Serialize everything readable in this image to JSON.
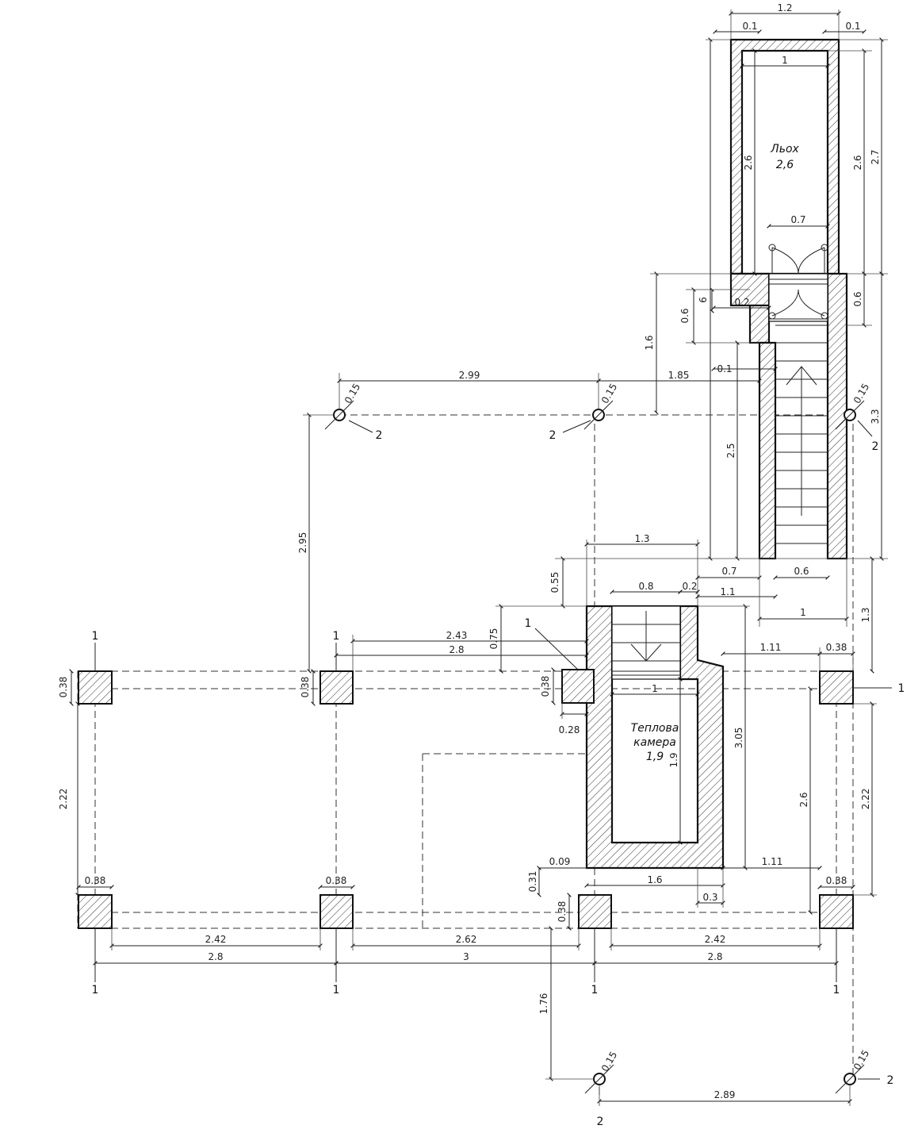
{
  "rooms": {
    "cellar": {
      "name": "Льох",
      "depth": "2,6"
    },
    "heat_chamber": {
      "line1": "Теплова",
      "line2": "камера",
      "depth": "1,9"
    }
  },
  "marks": {
    "pile": "1",
    "pole": "2"
  },
  "dims": {
    "top_width": "1.2",
    "wall_left": "0.1",
    "wall_right": "0.1",
    "inner_width": "1",
    "cellar_h_left": "2.6",
    "cellar_h_right": "2.6",
    "cellar_outer": "2.7",
    "door_w": "0.7",
    "neck_06a": "0.6",
    "neck_6": "6",
    "neck_02": "0.2",
    "neck_06b": "0.6",
    "step_16": "1.6",
    "step_01": "0.1",
    "span_185": "1.85",
    "span_299": "2.99",
    "stair_25": "2.5",
    "stair_33": "3.3",
    "pole_d1": "0.15",
    "pole_d2": "0.15",
    "pole_d3": "0.15",
    "pole_d4": "0.15",
    "pole_d5": "0.15",
    "gap_295": "2.95",
    "ch_13": "1.3",
    "ch_055": "0.55",
    "ch_07": "0.7",
    "ch_06": "0.6",
    "ch_08": "0.8",
    "ch_02": "0.2",
    "ch_11": "1.1",
    "ch_1a": "1",
    "ch_13b": "1.3",
    "ch_075": "0.75",
    "ch_243": "2.43",
    "ch_28": "2.8",
    "ch_111a": "1.11",
    "ch_038a": "0.38",
    "col_038_1": "0.38",
    "col_038_2": "0.38",
    "col_038_3": "0.38",
    "col_028": "0.28",
    "ch_1b": "1",
    "ch_19": "1.9",
    "ch_305": "3.05",
    "left_222": "2.22",
    "right_26": "2.6",
    "right_222": "2.22",
    "bot_009": "0.09",
    "bot_031": "0.31",
    "bot_16": "1.6",
    "bot_03": "0.3",
    "bot_111": "1.11",
    "bot_038_1": "0.38",
    "bot_038_2": "0.38",
    "bot_038_3": "0.38",
    "bot_038_4": "0.38",
    "row_242a": "2.42",
    "row_262": "2.62",
    "row_242b": "2.42",
    "row_28a": "2.8",
    "row_3": "3",
    "row_28b": "2.8",
    "low_176": "1.76",
    "low_289": "2.89"
  }
}
